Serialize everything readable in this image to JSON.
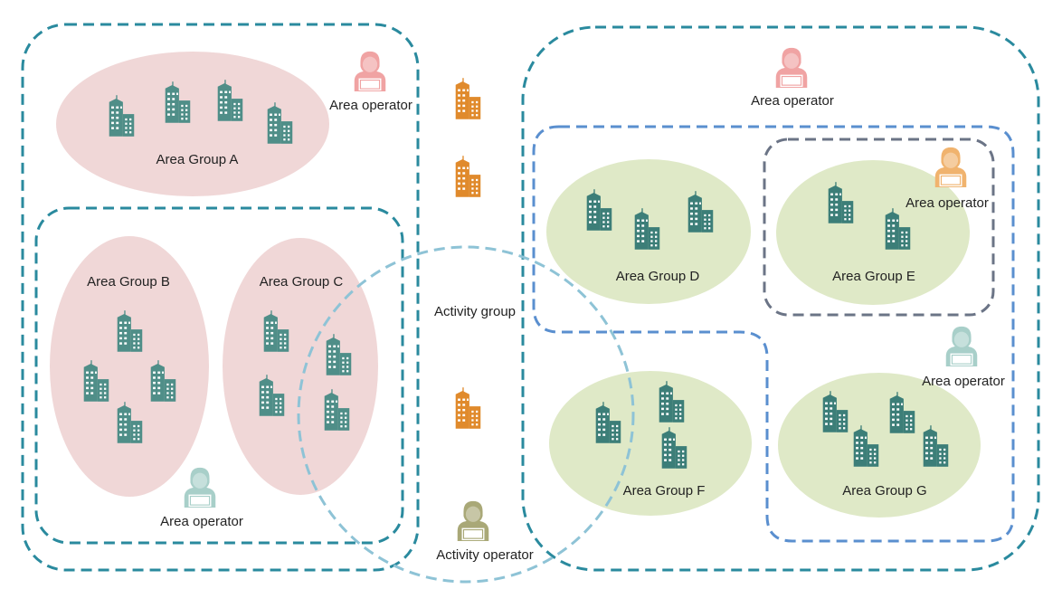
{
  "labels": {
    "area_group_a": "Area Group A",
    "area_group_b": "Area Group  B",
    "area_group_c": "Area Group  C",
    "area_group_d": "Area Group  D",
    "area_group_e": "Area Group  E",
    "area_group_f": "Area Group  F",
    "area_group_g": "Area Group  G",
    "activity_group": "Activity group",
    "operator_top_left": "Area operator",
    "operator_bottom_left": "Area operator",
    "operator_top_right": "Area operator",
    "operator_group_e": "Area operator",
    "operator_right_lower": "Area operator",
    "activity_operator": "Activity operator"
  },
  "icons": {
    "building": "building-icon",
    "area_operator": "person-at-laptop-icon",
    "activity_operator": "person-at-laptop-icon"
  },
  "colors": {
    "outer_dash": "#2a8a9e",
    "blue_dash": "#5a8fcf",
    "gray_dash": "#6b7486",
    "activity_dash": "#8ec3d6",
    "pink_fill": "#f0d7d7",
    "green_fill": "#dfe9c7",
    "teal_building": "#4f8e88",
    "dark_teal_building": "#3c7e78",
    "orange_building": "#e08a2c",
    "pink_person": "#f0a3a3",
    "orange_person": "#f0b36e",
    "teal_person": "#a8cfc9",
    "olive_person": "#a9a877"
  }
}
